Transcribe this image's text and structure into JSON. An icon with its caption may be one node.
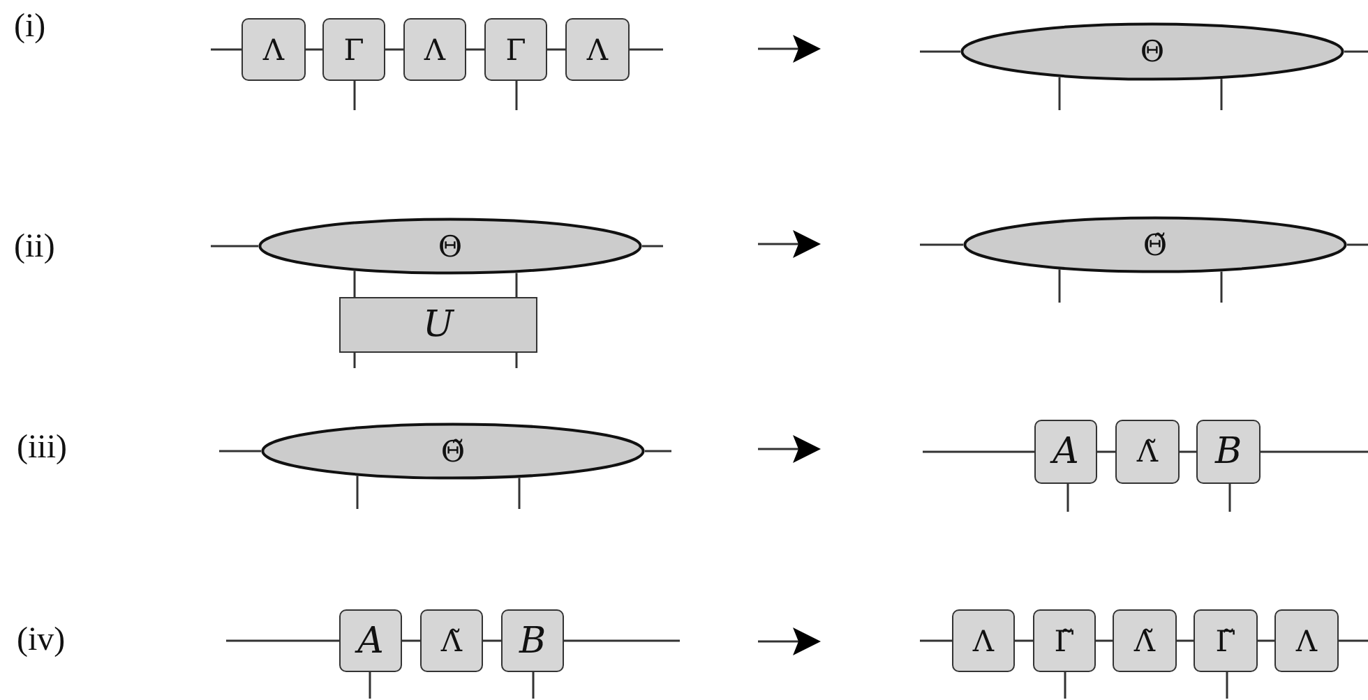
{
  "diagram": {
    "nodes": [
      {
        "text": [
          "Λ"
        ]
      },
      {
        "text": [
          "Γ"
        ]
      },
      {
        "text": [
          "Λ"
        ]
      },
      {
        "text": [
          "Γ"
        ]
      },
      {
        "text": [
          "Λ"
        ]
      },
      {
        "text": [
          "Θ"
        ]
      },
      {
        "text": [
          "Θ"
        ]
      },
      {
        "text": [
          "U"
        ]
      },
      {
        "text": [
          "Θ̃"
        ]
      },
      {
        "text": [
          "Θ̃"
        ]
      },
      {
        "text": [
          "A"
        ]
      },
      {
        "text": [
          "Λ̃"
        ]
      },
      {
        "text": [
          "B"
        ]
      },
      {
        "text": [
          "A"
        ]
      },
      {
        "text": [
          "Λ̃"
        ]
      },
      {
        "text": [
          "B"
        ]
      },
      {
        "text": [
          "Λ"
        ]
      },
      {
        "text": [
          "Γ̃"
        ]
      },
      {
        "text": [
          "Λ̃"
        ]
      },
      {
        "text": [
          "Γ̃"
        ]
      },
      {
        "text": [
          "Λ"
        ]
      }
    ],
    "edges": [
      {
        "from": null,
        "to": 0,
        "arrow": "none"
      },
      {
        "from": 0,
        "to": 1,
        "arrow": "none"
      },
      {
        "from": 1,
        "to": 2,
        "arrow": "none"
      },
      {
        "from": 2,
        "to": 3,
        "arrow": "none"
      },
      {
        "from": 3,
        "to": 4,
        "arrow": "none"
      },
      {
        "from": 4,
        "to": null,
        "arrow": "none"
      },
      {
        "from": 1,
        "to": null,
        "arrow": "none"
      },
      {
        "from": 3,
        "to": null,
        "arrow": "none"
      },
      {
        "from": null,
        "to": 5,
        "arrow": "none"
      },
      {
        "from": 5,
        "to": null,
        "arrow": "none"
      },
      {
        "from": 5,
        "to": null,
        "arrow": "none"
      },
      {
        "from": 5,
        "to": null,
        "arrow": "none"
      },
      {
        "from": null,
        "to": 6,
        "arrow": "none"
      },
      {
        "from": 6,
        "to": null,
        "arrow": "none"
      },
      {
        "from": 6,
        "to": 7,
        "arrow": "none"
      },
      {
        "from": 6,
        "to": 7,
        "arrow": "none"
      },
      {
        "from": 7,
        "to": null,
        "arrow": "none"
      },
      {
        "from": 7,
        "to": null,
        "arrow": "none"
      },
      {
        "from": null,
        "to": 8,
        "arrow": "none"
      },
      {
        "from": 8,
        "to": null,
        "arrow": "none"
      },
      {
        "from": 8,
        "to": null,
        "arrow": "none"
      },
      {
        "from": 8,
        "to": null,
        "arrow": "none"
      },
      {
        "from": null,
        "to": 9,
        "arrow": "none"
      },
      {
        "from": 9,
        "to": null,
        "arrow": "none"
      },
      {
        "from": 9,
        "to": null,
        "arrow": "none"
      },
      {
        "from": 9,
        "to": null,
        "arrow": "none"
      },
      {
        "from": null,
        "to": 10,
        "arrow": "none"
      },
      {
        "from": 10,
        "to": 11,
        "arrow": "none"
      },
      {
        "from": 11,
        "to": 12,
        "arrow": "none"
      },
      {
        "from": 12,
        "to": null,
        "arrow": "none"
      },
      {
        "from": 10,
        "to": null,
        "arrow": "none"
      },
      {
        "from": 12,
        "to": null,
        "arrow": "none"
      },
      {
        "from": null,
        "to": 13,
        "arrow": "none"
      },
      {
        "from": 13,
        "to": 14,
        "arrow": "none"
      },
      {
        "from": 14,
        "to": 15,
        "arrow": "none"
      },
      {
        "from": 15,
        "to": null,
        "arrow": "none"
      },
      {
        "from": 13,
        "to": null,
        "arrow": "none"
      },
      {
        "from": 15,
        "to": null,
        "arrow": "none"
      },
      {
        "from": null,
        "to": 16,
        "arrow": "none"
      },
      {
        "from": 16,
        "to": 17,
        "arrow": "none"
      },
      {
        "from": 17,
        "to": 18,
        "arrow": "none"
      },
      {
        "from": 18,
        "to": 19,
        "arrow": "none"
      },
      {
        "from": 19,
        "to": 20,
        "arrow": "none"
      },
      {
        "from": 20,
        "to": null,
        "arrow": "none"
      },
      {
        "from": 17,
        "to": null,
        "arrow": "none"
      },
      {
        "from": 19,
        "to": null,
        "arrow": "none"
      }
    ],
    "labels": [
      "(i)",
      "(ii)",
      "(iii)",
      "(iv)"
    ]
  }
}
